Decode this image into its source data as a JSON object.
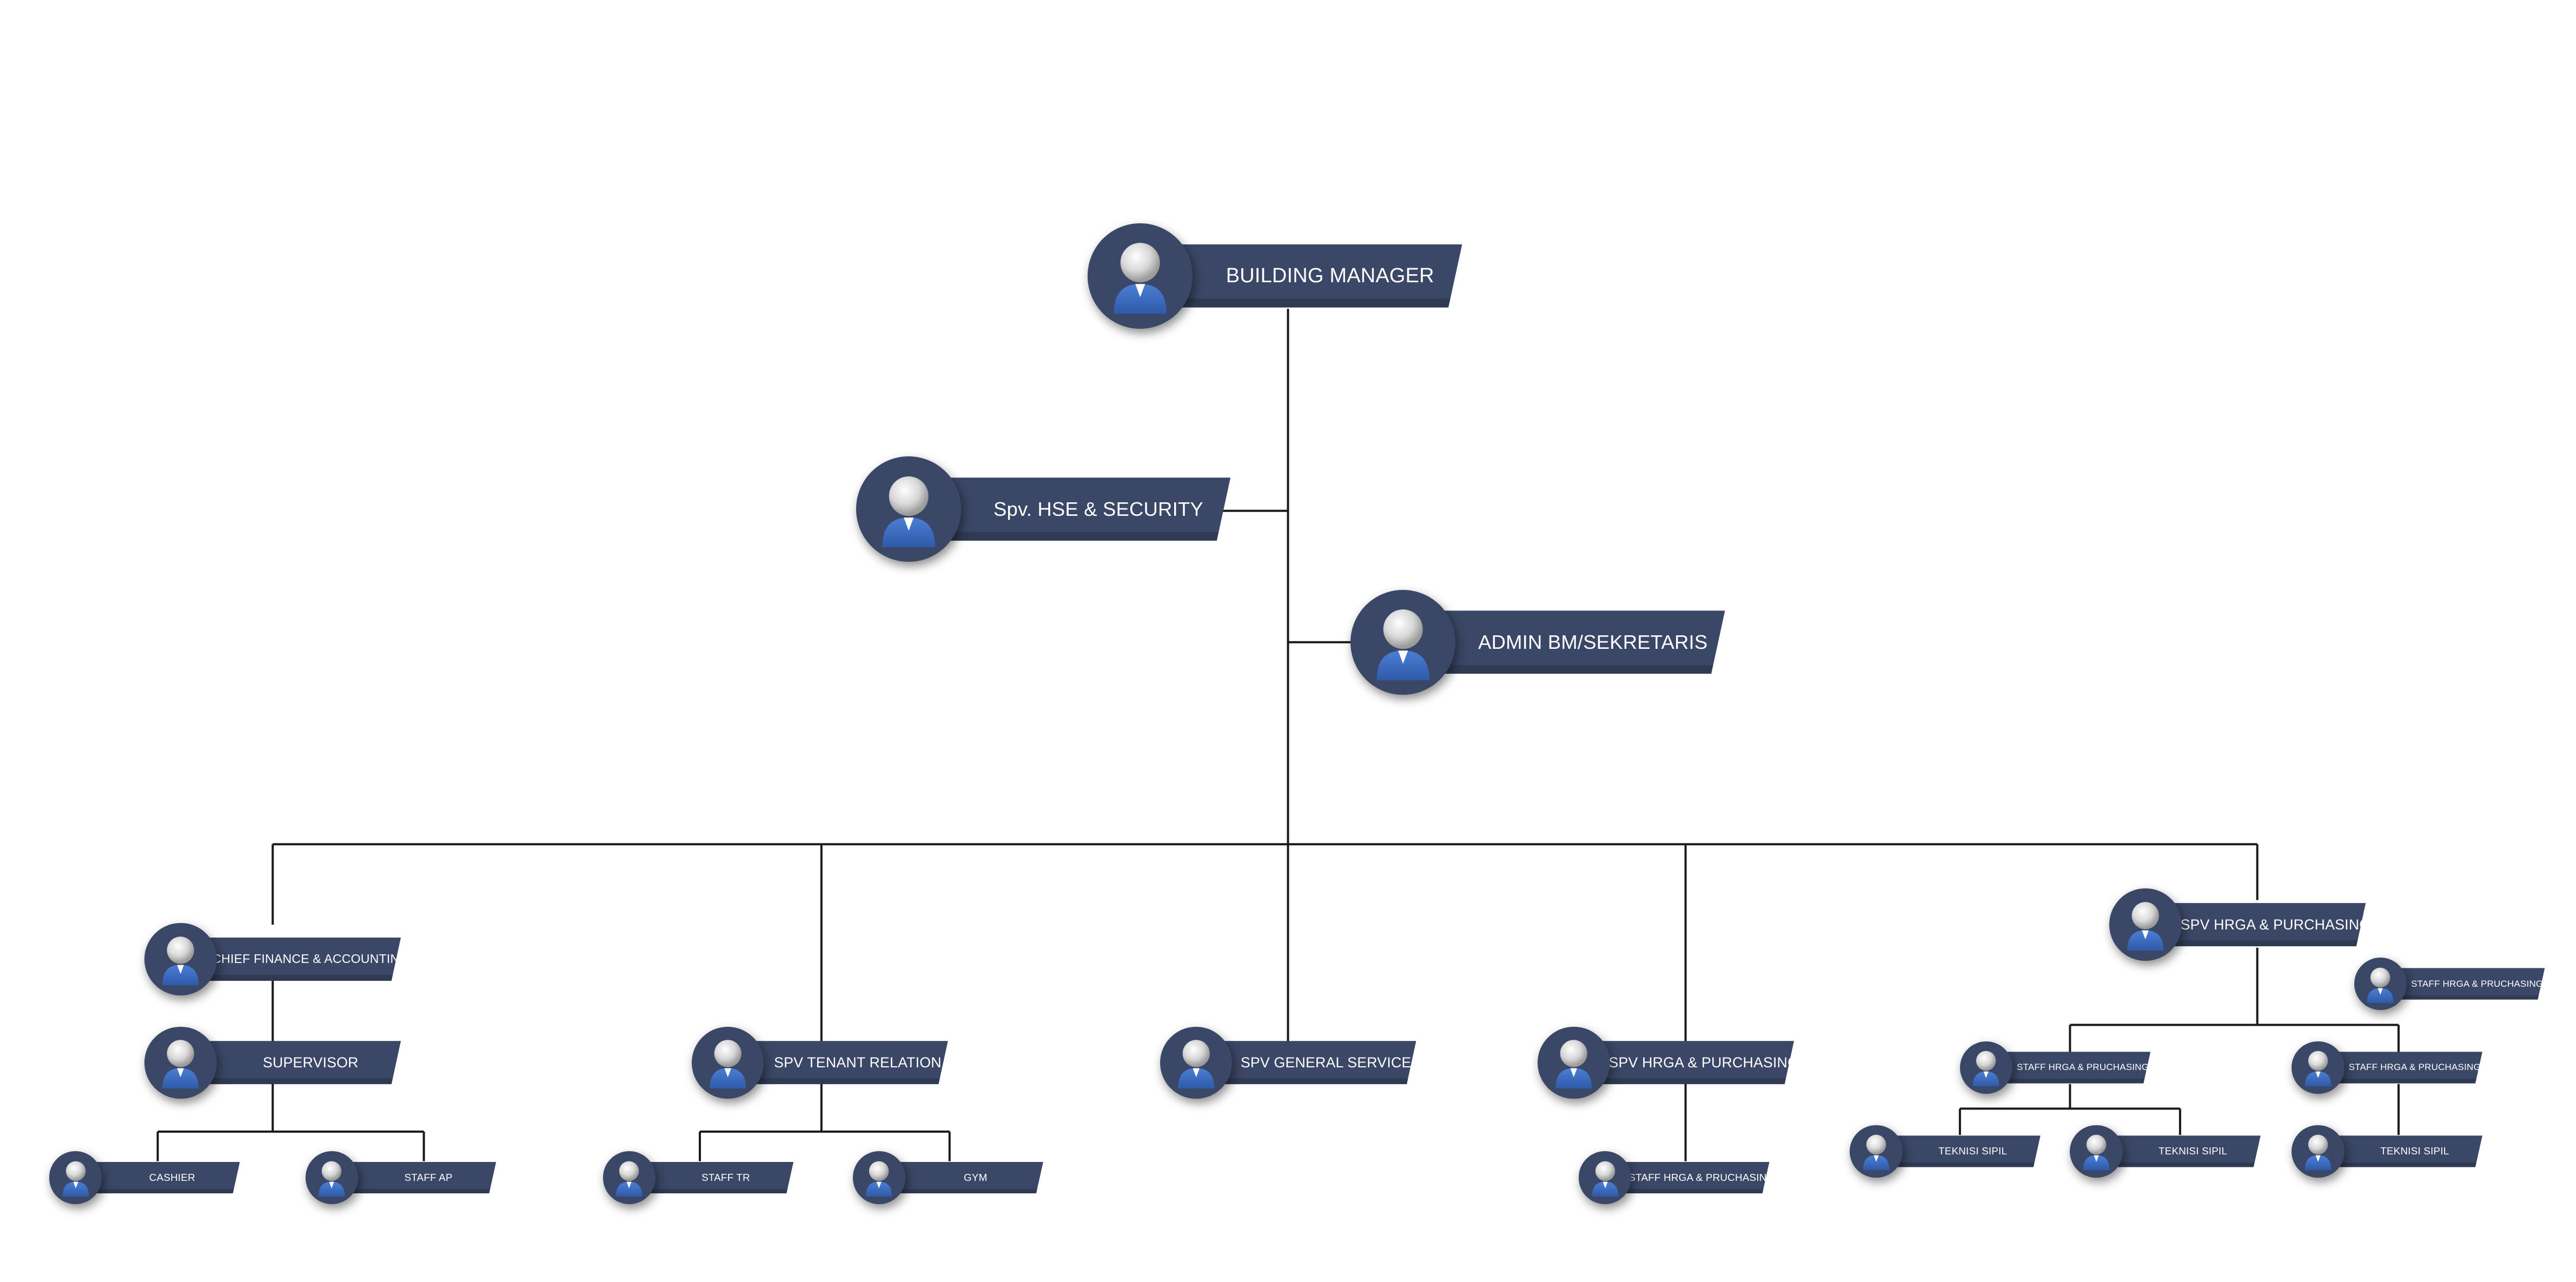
{
  "colors": {
    "node_fill": "#3b4766",
    "connector": "#1a1a1a",
    "label_text": "#ffffff",
    "person_shirt": "#2f5aa8",
    "person_head": "#d8d8d8"
  },
  "icon": "person-avatar-icon",
  "nodes": [
    {
      "id": "bm",
      "label": "BUILDING MANAGER"
    },
    {
      "id": "hse",
      "label": "Spv. HSE & SECURITY"
    },
    {
      "id": "admin",
      "label": "ADMIN BM/SEKRETARIS"
    },
    {
      "id": "cfa",
      "label": "CHIEF FINANCE & ACCOUNTING"
    },
    {
      "id": "sup",
      "label": "SUPERVISOR"
    },
    {
      "id": "cashier",
      "label": "CASHIER"
    },
    {
      "id": "staffap",
      "label": "STAFF AP"
    },
    {
      "id": "tenant",
      "label": "SPV TENANT RELATION"
    },
    {
      "id": "stafftr",
      "label": "STAFF TR"
    },
    {
      "id": "gym",
      "label": "GYM"
    },
    {
      "id": "gs",
      "label": "SPV GENERAL SERVICE"
    },
    {
      "id": "hrga1",
      "label": "SPV HRGA & PURCHASING"
    },
    {
      "id": "hrga1staff",
      "label": "STAFF HRGA & PRUCHASING"
    },
    {
      "id": "hrga2",
      "label": "SPV HRGA & PURCHASING"
    },
    {
      "id": "hrga2side",
      "label": "STAFF HRGA & PRUCHASING"
    },
    {
      "id": "hrga2a",
      "label": "STAFF HRGA & PRUCHASING"
    },
    {
      "id": "hrga2b",
      "label": "STAFF HRGA & PRUCHASING"
    },
    {
      "id": "sipil1",
      "label": "TEKNISI SIPIL"
    },
    {
      "id": "sipil2",
      "label": "TEKNISI SIPIL"
    },
    {
      "id": "sipil3",
      "label": "TEKNISI SIPIL"
    }
  ]
}
